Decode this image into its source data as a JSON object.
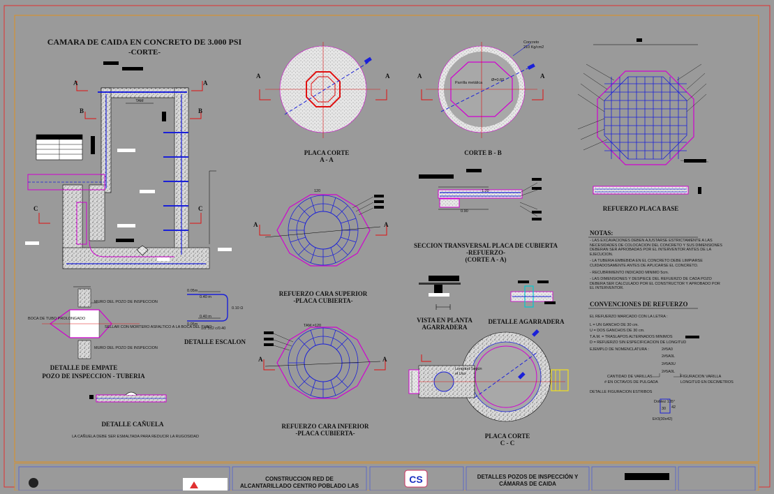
{
  "sheet": {
    "main_title": "CAMARA DE CAIDA EN CONCRETO DE 3.000 PSI",
    "main_subtitle": "-CORTE-",
    "tam_label": "TAM",
    "letters": {
      "a": "A",
      "b": "B",
      "c": "C"
    }
  },
  "views": {
    "placa_corte_aa": {
      "title": "PLACA CORTE",
      "sub": "A - A"
    },
    "corte_bb": {
      "title": "CORTE  B - B",
      "callout_1": "Concreto",
      "callout_2": "210 Kg/cm2",
      "inner_a": "Parrilla metálica",
      "inner_b": "Ø=0.60"
    },
    "refuerzo_base": {
      "title": "REFUERZO PLACA BASE"
    },
    "refuerzo_superior": {
      "title": "REFUERZO CARA SUPERIOR",
      "sub": "-PLACA CUBIERTA-",
      "angle": "120"
    },
    "seccion_transversal": {
      "title": "SECCION TRANSVERSAL PLACA DE CUBIERTA",
      "sub1": "-REFUERZO-",
      "sub2": "(CORTE A - A)",
      "dim_1": "1.20",
      "dim_2": "0.90"
    },
    "refuerzo_inferior": {
      "title": "REFUERZO CARA INFERIOR",
      "sub": "-PLACA CUBIERTA-",
      "angle_label": "TAM.=120"
    },
    "vista_agarradera": {
      "title1": "VISTA  EN  PLANTA",
      "title2": "AGARRADERA"
    },
    "detalle_agarradera": {
      "title": "DETALLE AGARRADERA"
    },
    "placa_corte_cc": {
      "title": "PLACA CORTE",
      "sub": "C - C",
      "note_a": "Longitud Según",
      "note_b": "el Uso"
    },
    "detalle_escalon": {
      "title": "DETALLE ESCALON",
      "d1": "0.05m",
      "d2": "0.40 m",
      "d3": "0.40 m",
      "d4": "0.05m",
      "d5": "1/2\"512 c/0.40",
      "d6": "0.10 Ω"
    },
    "detalle_empate": {
      "title1": "DETALLE DE EMPATE",
      "title2": "POZO DE INSPECCION - TUBERIA",
      "lbl_1": "MURO DEL POZO DE INSPECCION",
      "lbl_2": "MURO DEL POZO DE INSPECCION",
      "lbl_left": "BOCA DE TUBO PROLONGADO",
      "lbl_mid": "SELLAR CON MORTERO ASFALTICO A LA BOCA DEL TUBO"
    },
    "detalle_canuela": {
      "title": "DETALLE CAÑUELA",
      "note": "LA CAÑUELA DEBE SER ESMALTADA PARA REDUCIR LA RUGOSIDAD"
    }
  },
  "notes": {
    "heading": "NOTAS:",
    "items": [
      "- LAS EXCAVACIONES DEBEN AJUSTARSE ESTRICTAMENTE A LAS NECESIDADES DE COLOCACION DEL CONCRETO Y SUS DIMENSIONES DEBERAN SER APROBADAS POR EL INTERVENTOR ANTES DE LA EJECUCION.",
      "- LA TUBERIA EMBEBIDA EN EL CONCRETO DEBE LIMPIARSE CUIDADOSAMENTE ANTES DE APLICARSE EL CONCRETO.",
      "- RECUBRIMIENTO INDICADO MINIMO 5cm.",
      "- LAS DIMENSIONES Y DESPIECE DEL REFUERZO DE CADA POZO DEBERA SER CALCULADO POR EL CONSTRUCTOR Y APROBADO POR EL INTERVENTOR."
    ]
  },
  "conventions": {
    "heading": "CONVENCIONES DE REFUERZO",
    "intro": "EL REFUERZO MARCADO CON LA LETRA :",
    "items": [
      "L = UN GANCHO DE 30 cm.",
      "U = DOS GANCHOS DE 30 cm.",
      "T.A.M. = TRASLAPOS ALTERNADOS MINIMOS",
      "D = REFUERZO SIN ESPECIFICACION DE LONGITUD"
    ],
    "example_title": "EJEMPLO DE NOMENCLATURA :",
    "codes": [
      "2#5A0",
      "2#5A0L",
      "2#5A0U",
      "2#5A0L"
    ],
    "left_1": "CANTIDAD DE VARILLAS",
    "left_2": "# EN OCTAVOS DE PULGADA",
    "right_1": "FIGURACION VARILLA",
    "right_2": "LONGITUD EN DECIMETROS",
    "figuration": "DETALLE FIGURACION ESTRIBOS",
    "stirrup_label": "Doblez 135°",
    "stirrup_num": "30",
    "stirrup_side": "42",
    "stirrup_code": "E#3(30x42)"
  },
  "title_block": {
    "project_1": "CONSTRUCCION RED DE",
    "project_2": "ALCANTARILLADO CENTRO POBLADO LAS",
    "sheet_1": "DETALLES POZOS DE INSPECCIÓN Y",
    "sheet_2": "CÁMARAS DE CAIDA",
    "logo_text": "CS"
  },
  "colors": {
    "background": "#9a9a9a",
    "rebar": "#1a20d8",
    "outline": "#d000d0",
    "section_marker": "#e01010",
    "border": "#d07a20"
  }
}
